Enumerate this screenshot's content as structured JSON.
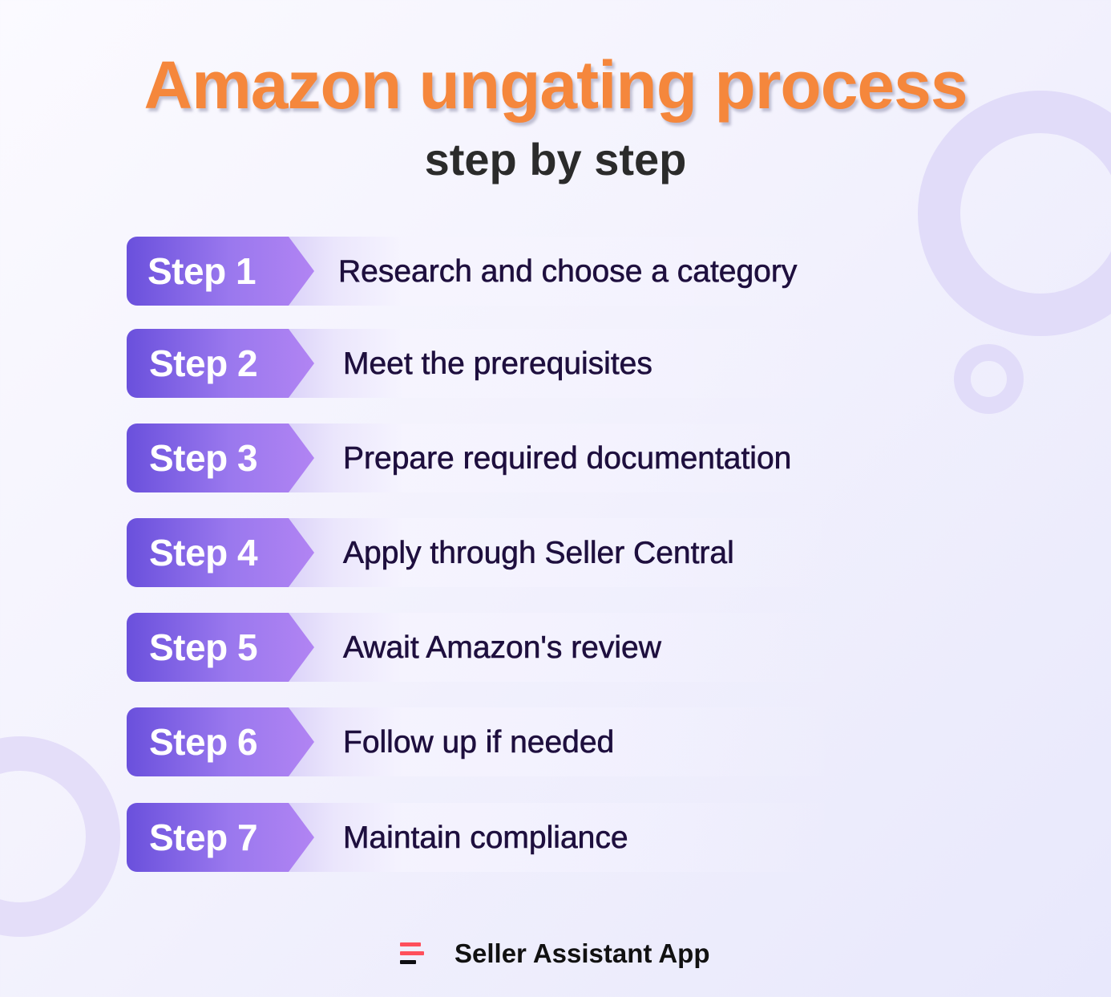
{
  "header": {
    "title": "Amazon ungating process",
    "subtitle": "step by step"
  },
  "steps": [
    {
      "label": "Step 1",
      "text": "Research and choose a category"
    },
    {
      "label": "Step 2",
      "text": "Meet the prerequisites"
    },
    {
      "label": "Step 3",
      "text": "Prepare required documentation"
    },
    {
      "label": "Step 4",
      "text": "Apply through Seller Central"
    },
    {
      "label": "Step 5",
      "text": "Await Amazon's review"
    },
    {
      "label": "Step 6",
      "text": "Follow up if needed"
    },
    {
      "label": "Step 7",
      "text": "Maintain compliance"
    }
  ],
  "footer": {
    "brand": "Seller Assistant App",
    "logo_icon": "stacked-bars-logo-icon"
  },
  "colors": {
    "title": "#f5873c",
    "subtitle": "#2b2b2b",
    "badge_start": "#6a50dc",
    "badge_end": "#b184f3",
    "step_text": "#1e0f3e",
    "logo_red": "#ff4f5b",
    "logo_black": "#0e0e12",
    "decor_ring": "#e1dcf9"
  }
}
